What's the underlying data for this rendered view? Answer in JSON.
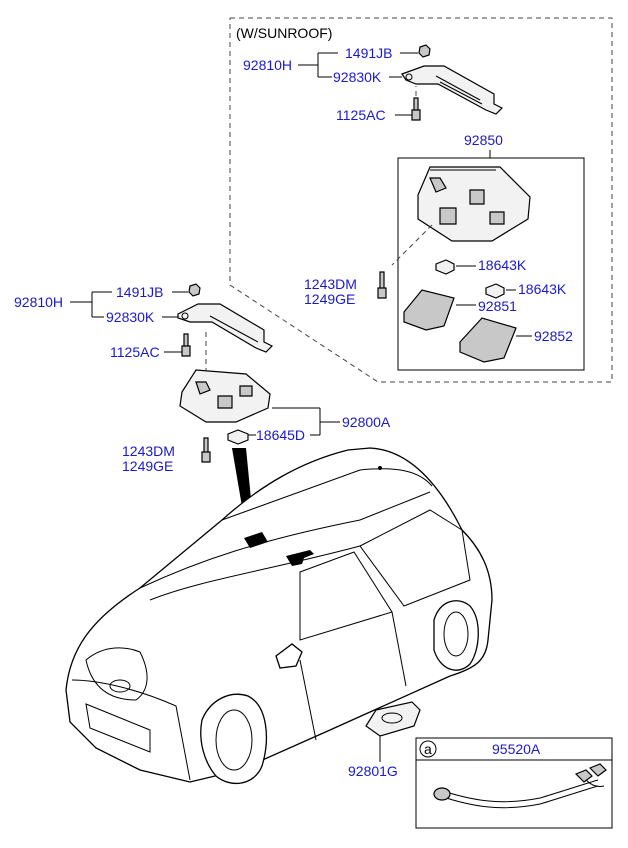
{
  "sunroof_label": "(W/SUNROOF)",
  "circle_ref": "a",
  "callout_ref": "a",
  "parts": {
    "p92810H_top": "92810H",
    "p1491JB_top": "1491JB",
    "p92830K_top": "92830K",
    "p1125AC_top": "1125AC",
    "p92850": "92850",
    "p18643K_a": "18643K",
    "p1243DM_top": "1243DM",
    "p1249GE_top": "1249GE",
    "p18643K_b": "18643K",
    "p92851": "92851",
    "p92852": "92852",
    "p92810H": "92810H",
    "p1491JB": "1491JB",
    "p92830K": "92830K",
    "p1125AC": "1125AC",
    "p92800A": "92800A",
    "p18645D": "18645D",
    "p1243DM": "1243DM",
    "p1249GE": "1249GE",
    "p92801G": "92801G",
    "p95520A": "95520A"
  }
}
